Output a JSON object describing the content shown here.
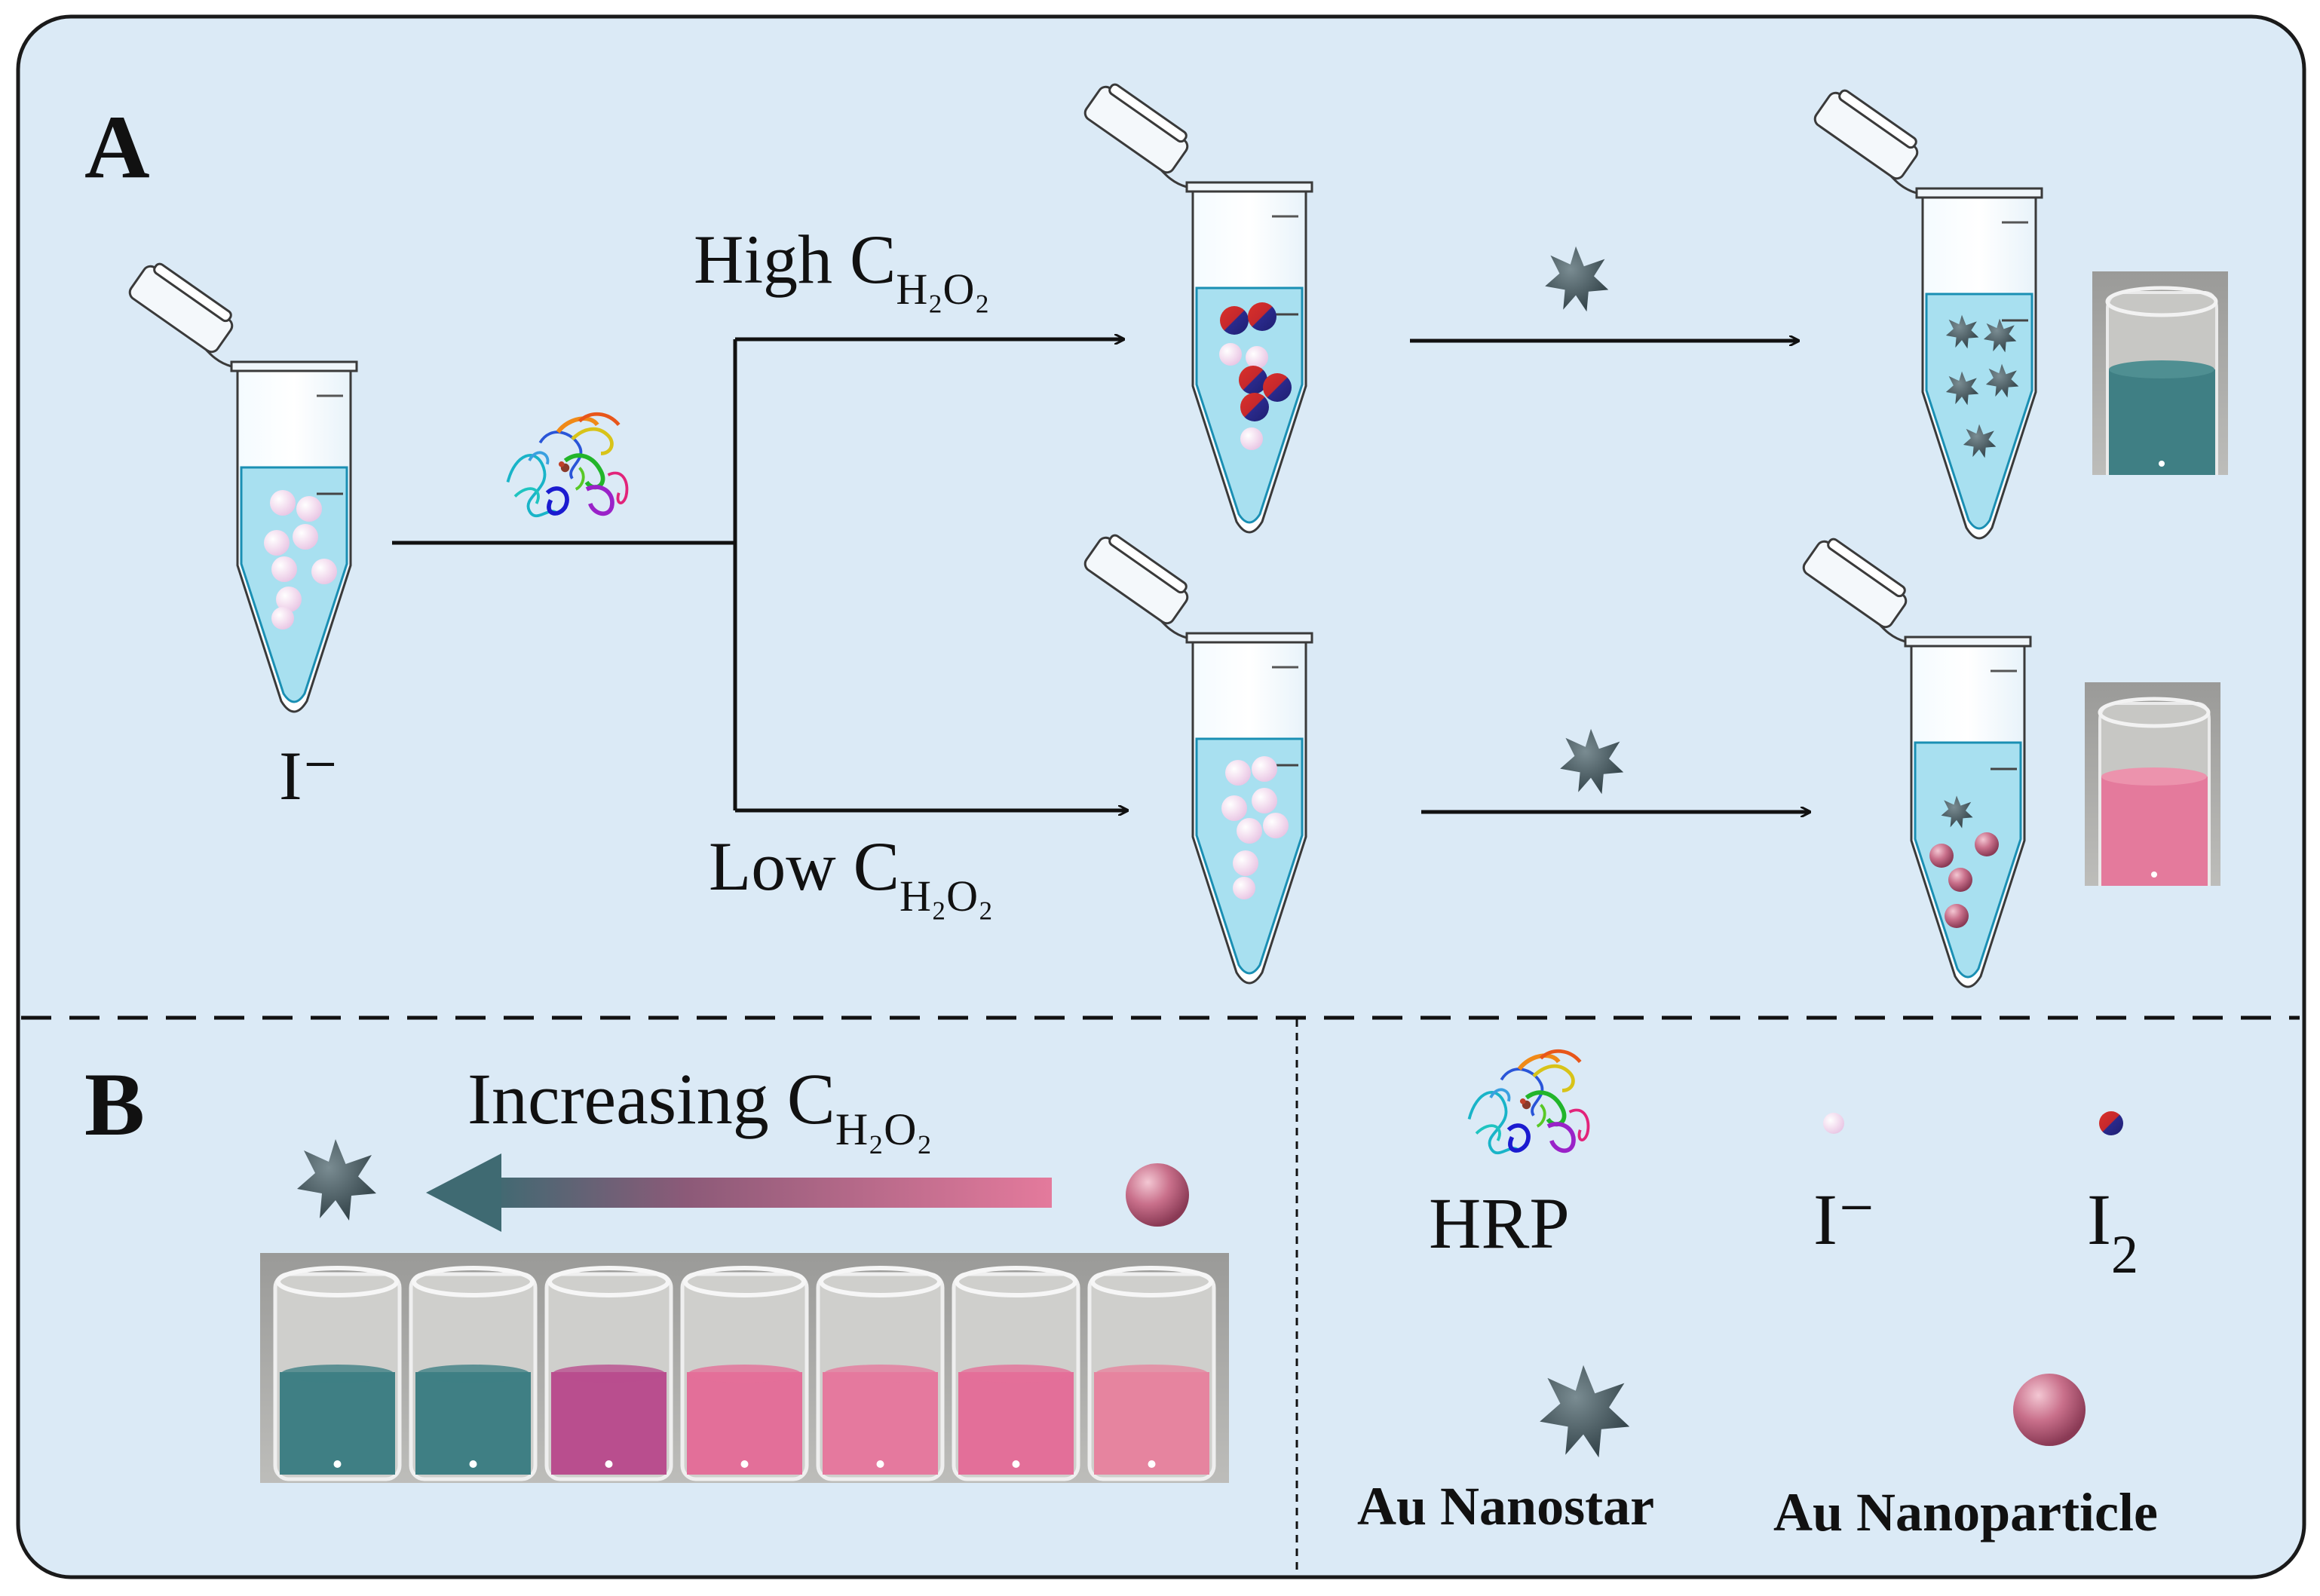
{
  "panel_a": {
    "label": "A",
    "reactant_label": "I⁻",
    "high_branch": {
      "prefix": "High C",
      "subscript": "H₂O₂"
    },
    "low_branch": {
      "prefix": "Low C",
      "subscript": "H₂O₂"
    }
  },
  "panel_b": {
    "label": "B",
    "arrow_label": {
      "prefix": "Increasing C",
      "subscript": "H₂O₂"
    },
    "vial_colors": [
      "#3f7f84",
      "#3f7f84",
      "#b94e8e",
      "#e36f99",
      "#e5799e",
      "#e36f99",
      "#e6849f"
    ]
  },
  "legend": {
    "hrp": "HRP",
    "iodide": "I⁻",
    "iodine": {
      "base": "I",
      "subscript": "2"
    },
    "nanostar": "Au Nanostar",
    "nanoparticle": "Au Nanoparticle"
  },
  "colors": {
    "panel_background": "#dbeaf6",
    "solution": "#a8e0f0",
    "nanostar": "#475a60",
    "nanoparticle": "#c9708b",
    "teal_solution": "#3f7f84",
    "pink_solution": "#e47a9c"
  }
}
